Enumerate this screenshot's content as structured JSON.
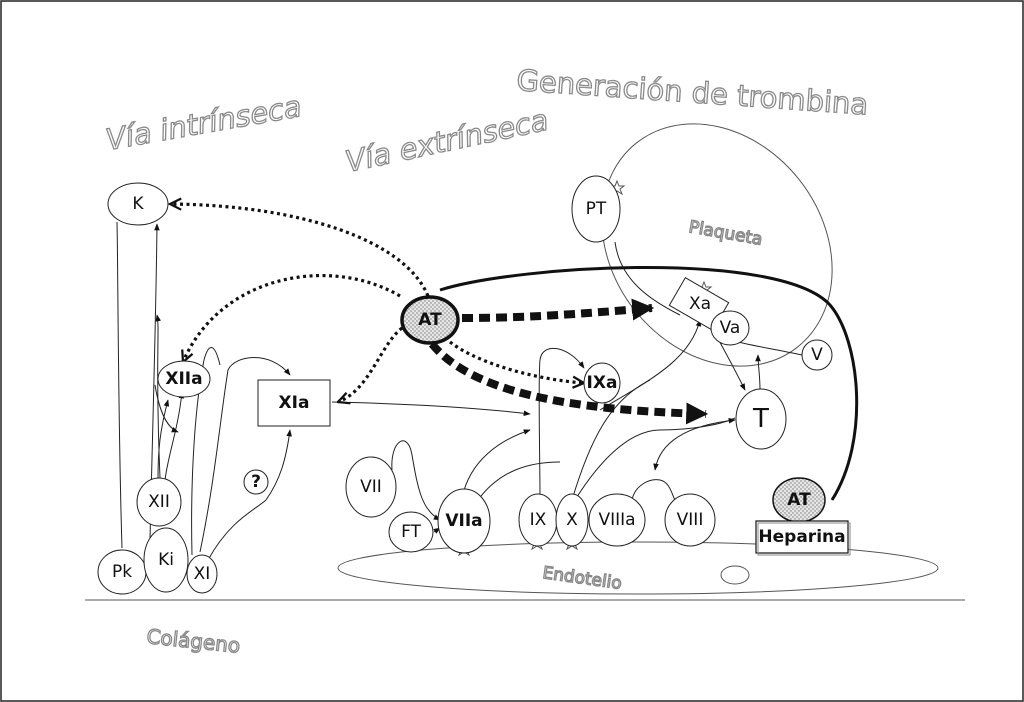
{
  "titles": {
    "generacion": "Generación de trombina",
    "intrinseca": "Vía intrínseca",
    "extrinseca": "Vía extrínseca",
    "plaqueta": "Plaqueta",
    "endotelio": "Endotelio",
    "colageno": "Colágeno"
  },
  "nodes": {
    "K": "K",
    "XIIa": "XIIa",
    "XII": "XII",
    "Pk": "Pk",
    "Ki": "Ki",
    "XI": "XI",
    "question": "?",
    "XIa": "XIa",
    "AT_center": "AT",
    "PT": "PT",
    "Xa": "Xa",
    "Va": "Va",
    "V": "V",
    "T": "T",
    "IXa": "IXa",
    "VII": "VII",
    "FT": "FT",
    "VIIa": "VIIa",
    "IX": "IX",
    "X": "X",
    "VIIIa": "VIIIa",
    "VIII": "VIII",
    "AT_heparin": "AT",
    "heparina": "Heparina"
  }
}
